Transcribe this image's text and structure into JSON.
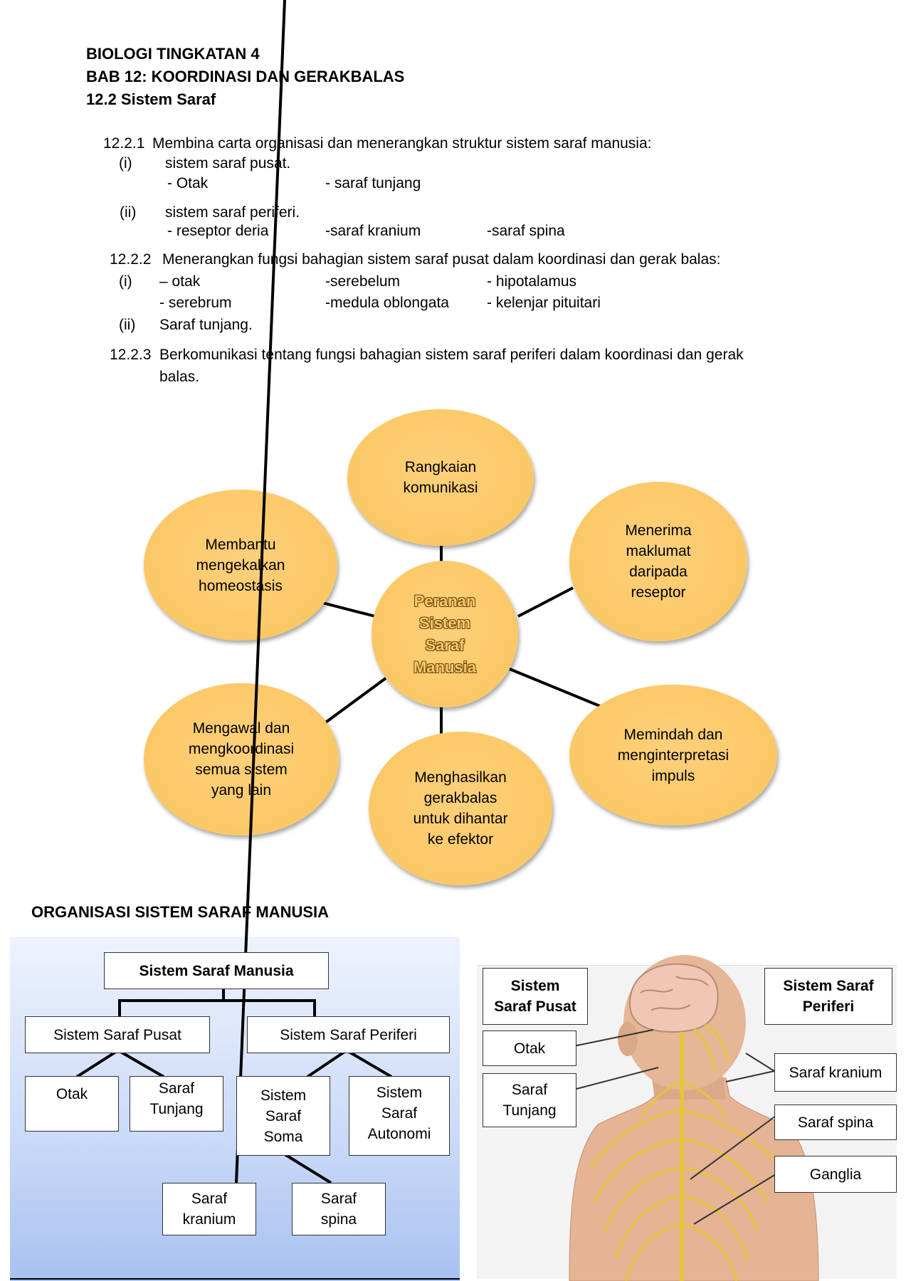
{
  "header": {
    "line1": "BIOLOGI TINGKATAN 4",
    "line2": "BAB 12: KOORDINASI DAN GERAKBALAS",
    "line3": "12.2 Sistem Saraf"
  },
  "objectives": {
    "o1_num": "12.2.1",
    "o1_text": "Membina carta organisasi dan menerangkan struktur sistem saraf manusia:",
    "o1_i_num": "(i)",
    "o1_i_text": "sistem saraf pusat.",
    "o1_i_a": "-  Otak",
    "o1_i_b": "- saraf tunjang",
    "o1_ii_num": "(ii)",
    "o1_ii_text": "sistem saraf periferi.",
    "o1_ii_a": "-  reseptor deria",
    "o1_ii_b": "-saraf kranium",
    "o1_ii_c": "-saraf spina",
    "o2_num": "12.2.2",
    "o2_text": "Menerangkan fungsi bahagian sistem saraf pusat dalam koordinasi dan gerak balas:",
    "o2_i_num": "(i)",
    "o2_i_a": "– otak",
    "o2_i_b": "-serebelum",
    "o2_i_c": "- hipotalamus",
    "o2_i_d": "-  serebrum",
    "o2_i_e": "-medula oblongata",
    "o2_i_f": "- kelenjar pituitari",
    "o2_ii_num": "(ii)",
    "o2_ii_text": "Saraf tunjang.",
    "o3_num": "12.2.3",
    "o3_text1": "Berkomunikasi tentang fungsi bahagian sistem saraf periferi dalam koordinasi dan gerak",
    "o3_text2": "balas."
  },
  "bubble_map": {
    "center": "Peranan\nSistem\nSaraf\nManusia",
    "top": "Rangkaian\nkomunikasi",
    "right_top": "Menerima\nmaklumat\ndaripada\nreseptor",
    "right_bottom": "Memindah dan\nmenginterpretasi\nimpuls",
    "bottom": "Menghasilkan\ngerakbalas\nuntuk dihantar\nke efektor",
    "left_bottom": "Mengawal dan\nmengkoordinasi\nsemua sistem\nyang lain",
    "left_top": "Membantu\nmengekalkan\nhomeostasis",
    "fill_color": "#fbc866"
  },
  "org_section_title": "ORGANISASI SISTEM SARAF MANUSIA",
  "org_chart": {
    "root": "Sistem Saraf Manusia",
    "pusat": "Sistem Saraf Pusat",
    "periferi": "Sistem Saraf Periferi",
    "otak": "Otak",
    "tunjang": "Saraf\nTunjang",
    "soma": "Sistem\nSaraf\nSoma",
    "autonomi": "Sistem\nSaraf\nAutonomi",
    "kranium": "Saraf\nkranium",
    "spina": "Saraf\nspina"
  },
  "anatomy": {
    "pusat_title": "Sistem\nSaraf Pusat",
    "periferi_title": "Sistem Saraf\nPeriferi",
    "otak": "Otak",
    "tunjang": "Saraf\nTunjang",
    "kranium": "Saraf kranium",
    "spina": "Saraf spina",
    "ganglia": "Ganglia"
  }
}
